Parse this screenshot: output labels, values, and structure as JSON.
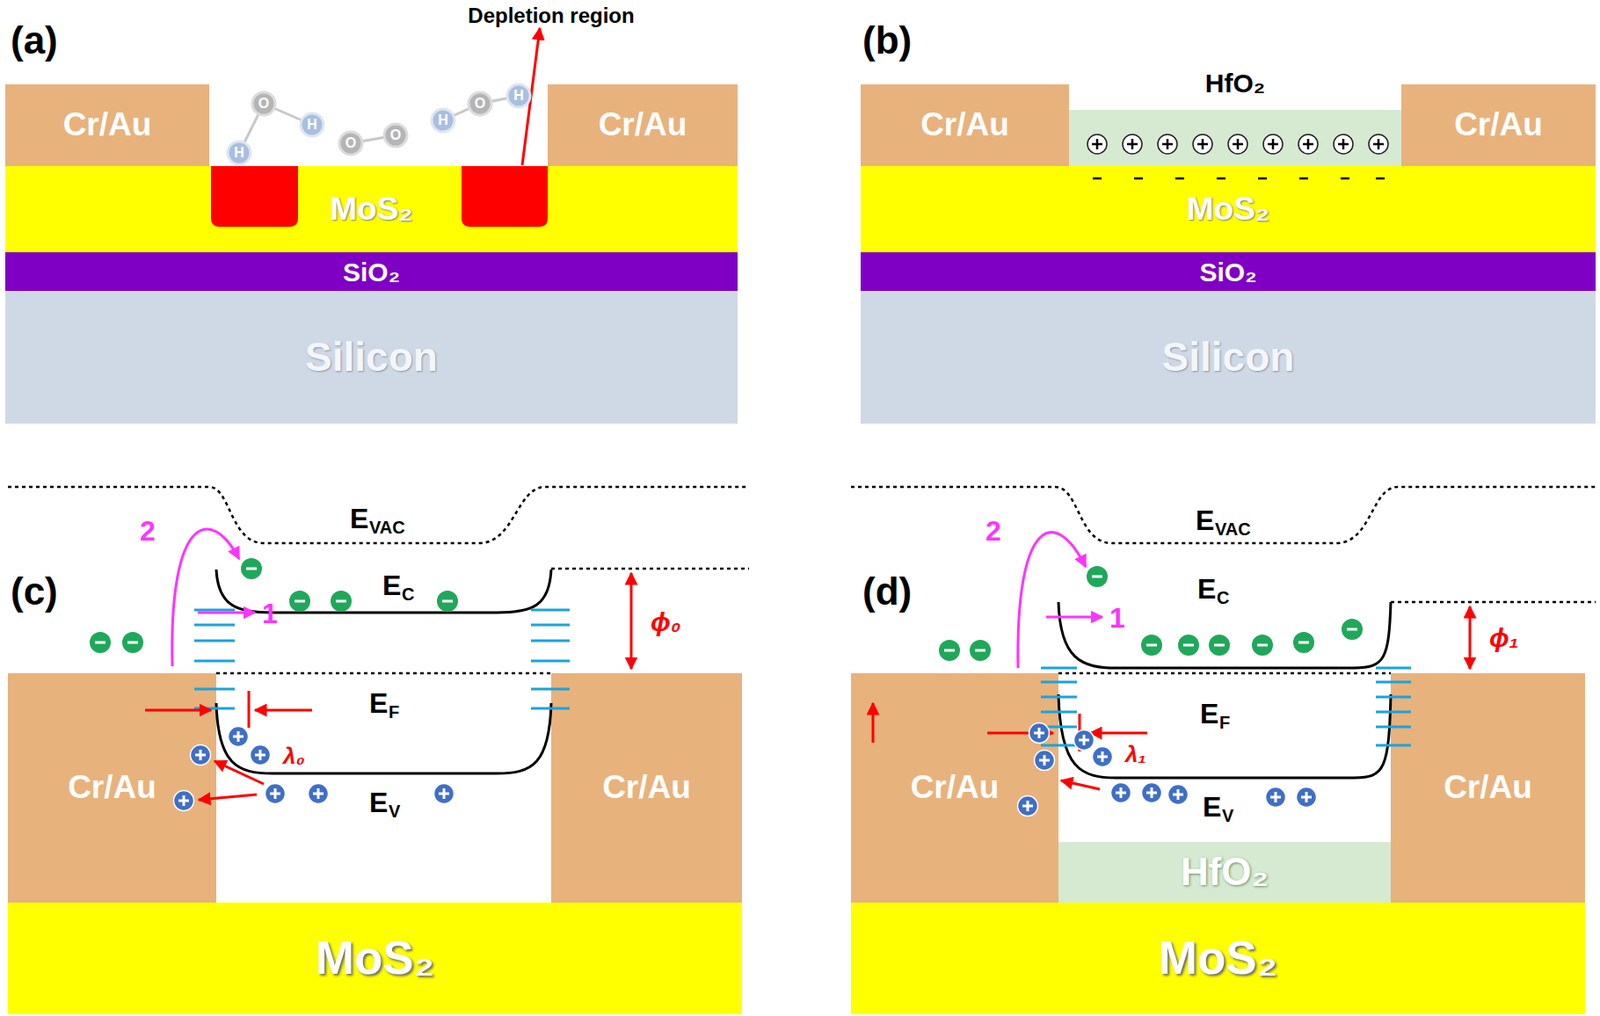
{
  "diagram": {
    "nodes": [
      {
        "text": [
          "Cr/Au"
        ]
      },
      {
        "text": [
          "Cr/Au"
        ]
      },
      {
        "text": [
          "MoS₂"
        ]
      },
      {
        "text": [
          "SiO₂"
        ]
      },
      {
        "text": [
          "Silicon"
        ]
      },
      {
        "text": [
          "Cr/Au"
        ]
      },
      {
        "text": [
          "HfO₂"
        ]
      },
      {
        "text": [
          "Cr/Au"
        ]
      },
      {
        "text": [
          "MoS₂"
        ]
      },
      {
        "text": [
          "SiO₂"
        ]
      },
      {
        "text": [
          "Silicon"
        ]
      },
      {
        "text": [
          "Cr/Au"
        ]
      },
      {
        "text": [
          "Cr/Au"
        ]
      },
      {
        "text": [
          "MoS₂"
        ]
      },
      {
        "text": [
          "Cr/Au"
        ]
      },
      {
        "text": [
          "HfO₂"
        ]
      },
      {
        "text": [
          "Cr/Au"
        ]
      },
      {
        "text": [
          "MoS₂"
        ]
      }
    ],
    "labels": [
      "(a)",
      "(b)",
      "Depletion region",
      "H",
      "O",
      "H",
      "O",
      "O",
      "H",
      "O",
      "H",
      "(c)",
      "E",
      "VAC",
      "E",
      "C",
      "E",
      "F",
      "E",
      "V",
      "2",
      "1",
      "ϕ₀",
      "λ₀",
      "(d)",
      "E",
      "VAC",
      "E",
      "C",
      "E",
      "F",
      "E",
      "V",
      "2",
      "1",
      "ϕ₁",
      "λ₁"
    ]
  }
}
